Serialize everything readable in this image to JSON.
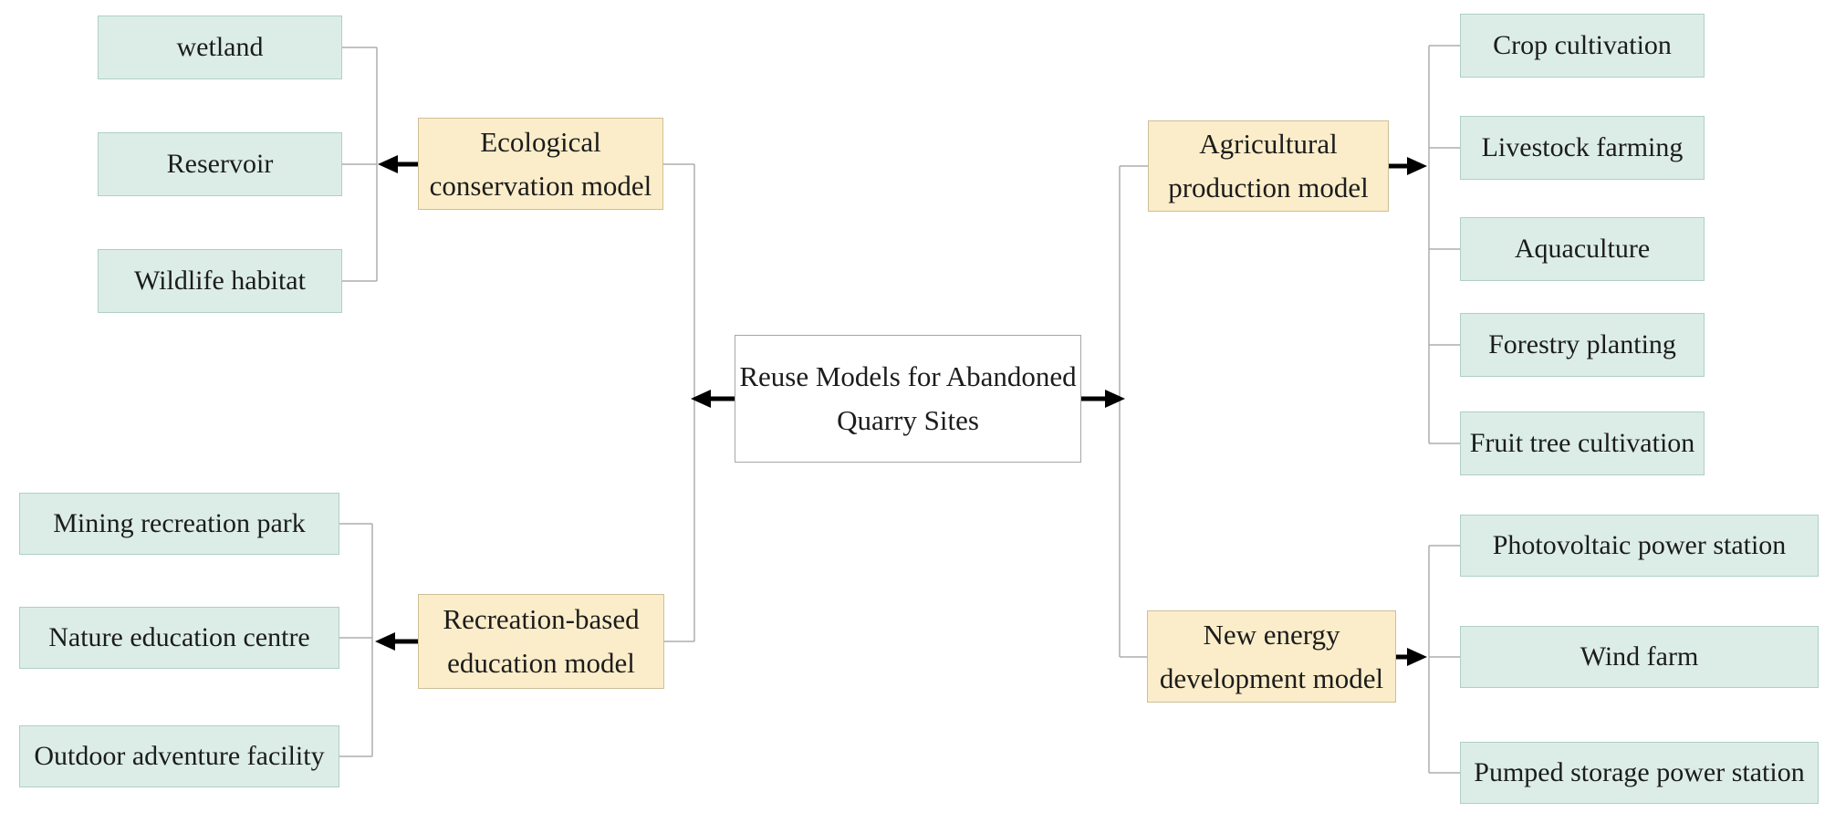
{
  "center": {
    "text": "Reuse Models for Abandoned Quarry Sites",
    "lines": [
      "Reuse Models for Abandoned",
      "Quarry Sites"
    ]
  },
  "models": [
    {
      "name": "Ecological conservation model",
      "lines": [
        "Ecological",
        "conservation model"
      ],
      "items": [
        "wetland",
        "Reservoir",
        "Wildlife habitat"
      ]
    },
    {
      "name": "Recreation-based education model",
      "lines": [
        "Recreation-based",
        "education model"
      ],
      "items": [
        "Mining recreation park",
        "Nature education centre",
        "Outdoor adventure facility"
      ]
    },
    {
      "name": "Agricultural production model",
      "lines": [
        "Agricultural",
        "production model"
      ],
      "items": [
        "Crop cultivation",
        "Livestock farming",
        "Aquaculture",
        "Forestry planting",
        "Fruit tree cultivation"
      ]
    },
    {
      "name": "New energy development model",
      "lines": [
        "New energy",
        "development model"
      ],
      "items": [
        "Photovoltaic power station",
        "Wind farm",
        "Pumped storage power station"
      ]
    }
  ],
  "colors": {
    "item_fill": "#dcede7",
    "item_border": "#afcfc5",
    "model_fill": "#fbedc9",
    "model_border": "#cdbf97",
    "center_fill": "#ffffff",
    "center_border": "#a6a6a6",
    "connector": "#adadad",
    "arrow": "#000000",
    "text": "#1c1c1c"
  }
}
